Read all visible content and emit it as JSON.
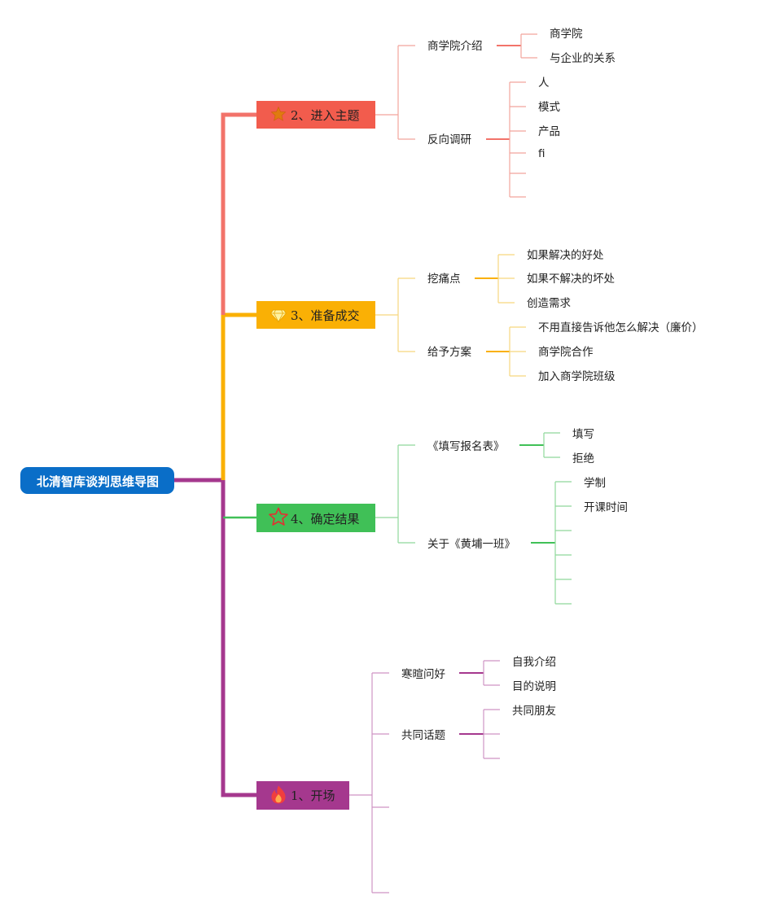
{
  "root": {
    "label": "北清智库谈判思维导图"
  },
  "colors": {
    "root": "#0a6ec8",
    "b2": "#f25c4d",
    "b3": "#fab005",
    "b4": "#40c057",
    "b1": "#a5388e"
  },
  "branches": [
    {
      "key": "b2",
      "label": "2、进入主题",
      "icon": "star-icon",
      "children": [
        {
          "label": "商学院介绍",
          "leaves": [
            "商学院",
            "与企业的关系"
          ]
        },
        {
          "label": "反向调研",
          "leaves": [
            "人",
            "模式",
            "产品",
            "fi",
            "",
            ""
          ]
        }
      ]
    },
    {
      "key": "b3",
      "label": "3、准备成交",
      "icon": "diamond-icon",
      "children": [
        {
          "label": "挖痛点",
          "leaves": [
            "如果解决的好处",
            "如果不解决的坏处",
            "创造需求"
          ]
        },
        {
          "label": "给予方案",
          "leaves": [
            "不用直接告诉他怎么解决（廉价）",
            "商学院合作",
            "加入商学院班级"
          ]
        }
      ]
    },
    {
      "key": "b4",
      "label": "4、确定结果",
      "icon": "star-outline-icon",
      "children": [
        {
          "label": "《填写报名表》",
          "leaves": [
            "填写",
            "拒绝"
          ]
        },
        {
          "label": "关于《黄埔一班》",
          "leaves": [
            "学制",
            "开课时间",
            "",
            "",
            "",
            ""
          ]
        }
      ]
    },
    {
      "key": "b1",
      "label": "1、开场",
      "icon": "flame-icon",
      "children": [
        {
          "label": "寒暄问好",
          "leaves": [
            "自我介绍",
            "目的说明"
          ]
        },
        {
          "label": "共同话题",
          "leaves": [
            "共同朋友",
            "",
            ""
          ]
        },
        {
          "label": "",
          "leaves": []
        },
        {
          "label": "",
          "leaves": []
        }
      ]
    }
  ]
}
